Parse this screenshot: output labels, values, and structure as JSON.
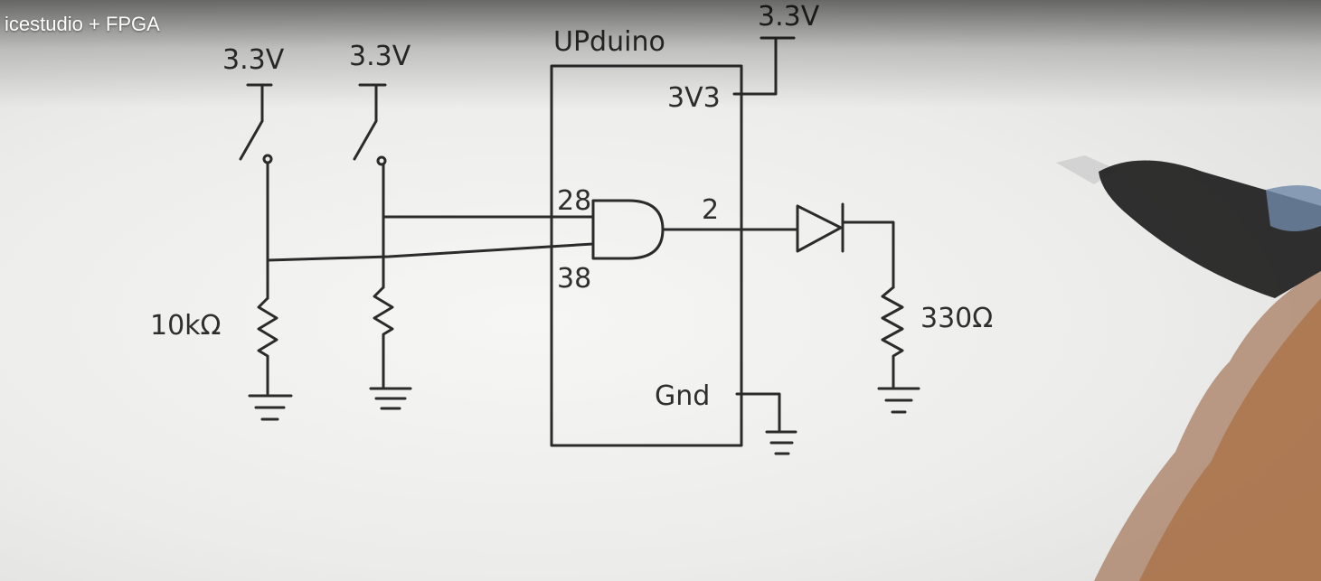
{
  "video": {
    "title": "icestudio + FPGA"
  },
  "schematic": {
    "board_label": "UPduino",
    "pin_3v3": "3V3",
    "pin_gnd": "Gnd",
    "pin_in_a": "28",
    "pin_in_b": "38",
    "pin_out": "2",
    "supply_left": "3.3V",
    "supply_mid": "3.3V",
    "supply_board": "3.3V",
    "resistor_pulldown": "10kΩ",
    "resistor_led": "330Ω"
  },
  "colors": {
    "ink": "#2b2b2b",
    "paper": "#f1f1ef",
    "skin": "#a86a3c",
    "pen": "#1e1e1e"
  }
}
